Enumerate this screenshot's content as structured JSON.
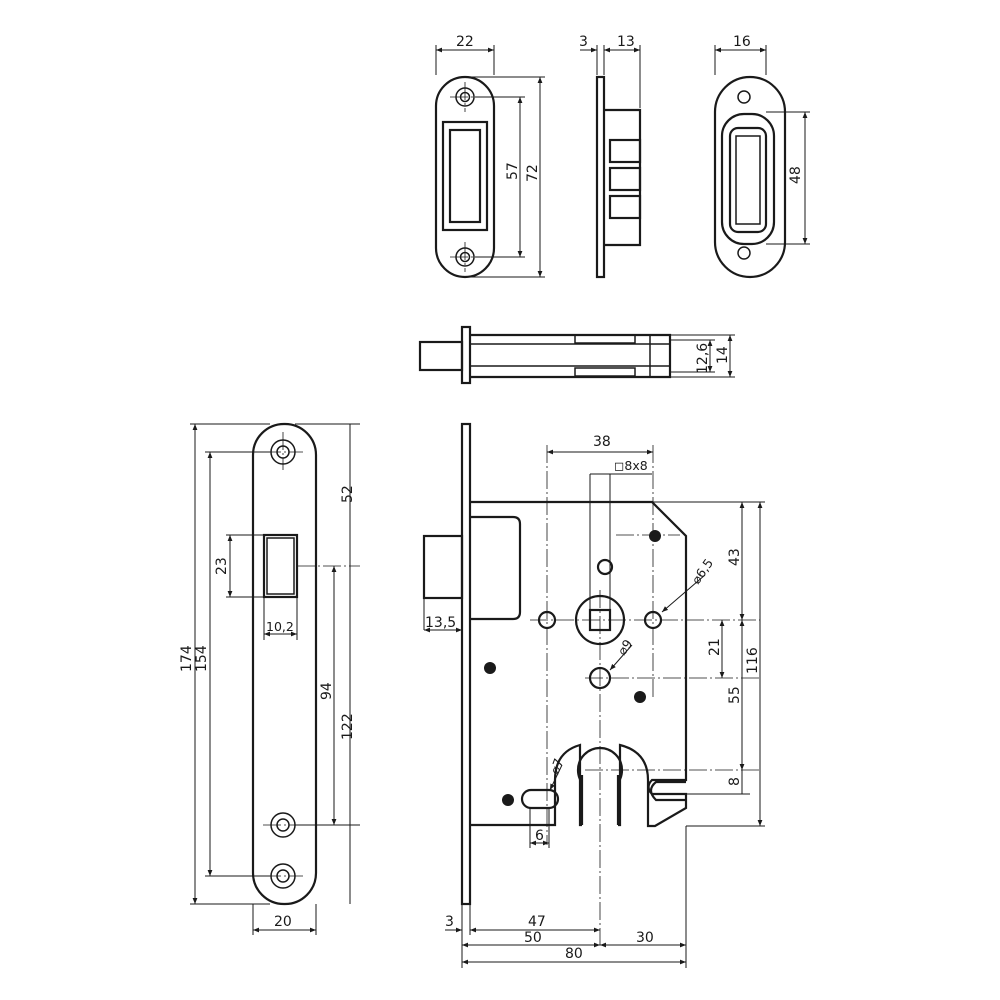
{
  "front_plate": {
    "w": "22",
    "h_inner": "57",
    "h_outer": "72"
  },
  "side_plate": {
    "t": "3",
    "depth": "13"
  },
  "magnet_plate": {
    "w": "16",
    "h": "48"
  },
  "latch": {
    "d1": "12,6",
    "d2": "14"
  },
  "faceplate": {
    "total": "174",
    "holes": "154",
    "top": "52",
    "latch_h": "23",
    "latch_w": "10,2",
    "mid": "94",
    "lower": "122",
    "width": "20"
  },
  "body": {
    "backset": "38",
    "spindle": "◻8x8",
    "hole_d1": "⌀6,5",
    "hole_d2": "⌀9",
    "slot_d": "⌀7",
    "v43": "43",
    "v21": "21",
    "v116": "116",
    "v55": "55",
    "v8": "8",
    "latch_proj": "13,5",
    "slot_w": "6",
    "f3": "3",
    "f47": "47",
    "f50": "50",
    "f30": "30",
    "f80": "80"
  }
}
